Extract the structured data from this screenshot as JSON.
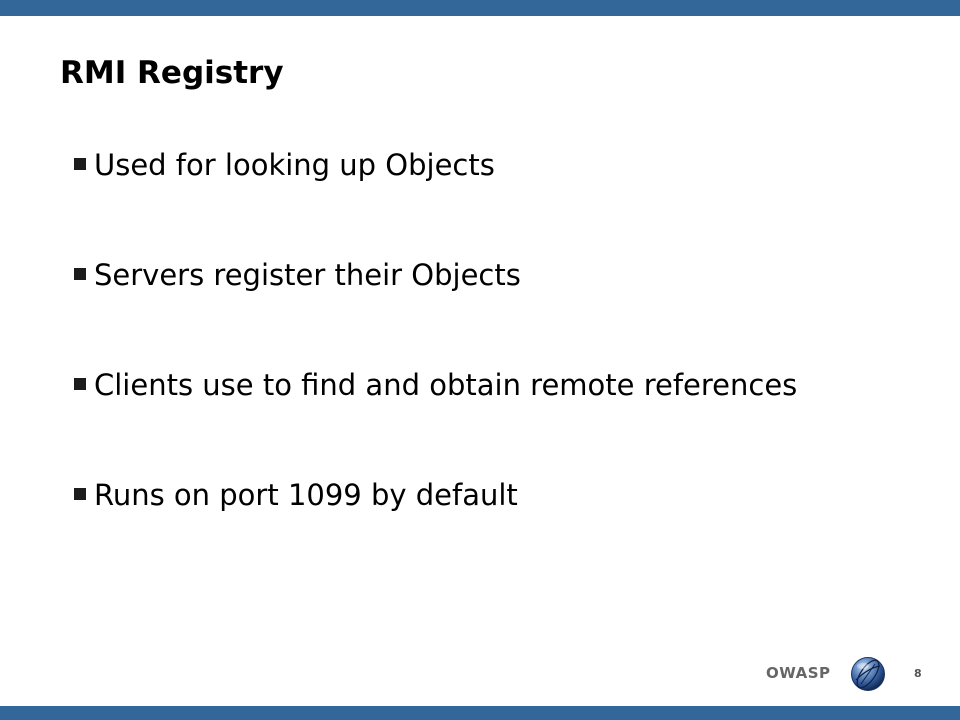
{
  "slide": {
    "title": "RMI Registry",
    "bullets": [
      {
        "text": "Used for looking up Objects"
      },
      {
        "text": "Servers register their Objects"
      },
      {
        "text": "Clients use to find and obtain remote references"
      },
      {
        "text": "Runs on port 1099 by default"
      }
    ],
    "bullet_icon": "square-bullet-icon"
  },
  "footer": {
    "logo_text": "OWASP",
    "logo_icon": "globe-logo-icon",
    "page_number": "8"
  },
  "colors": {
    "bar": "#336699",
    "bullet": "#1c1c1c",
    "footer_text": "#666666",
    "page_number": "#555555"
  }
}
